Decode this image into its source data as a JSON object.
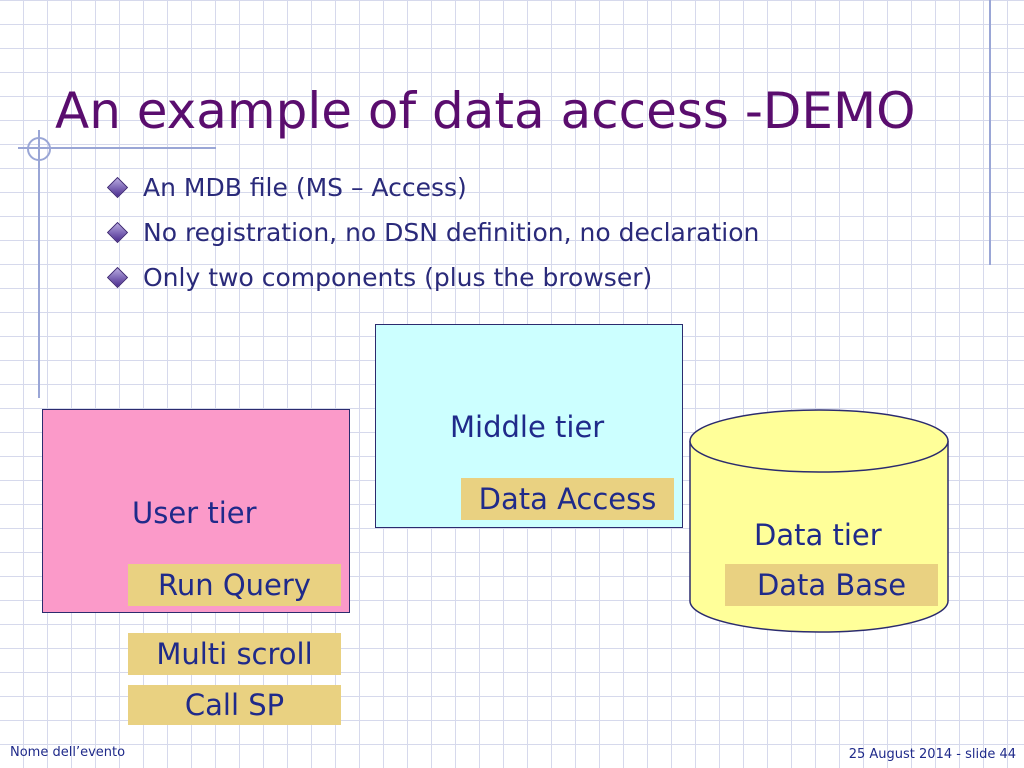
{
  "slide": {
    "title": "An example of data access -DEMO",
    "bullets": [
      "An MDB file (MS – Access)",
      "No registration, no DSN definition, no declaration",
      "Only two components (plus the browser)"
    ]
  },
  "diagram": {
    "user_tier": {
      "label": "User tier",
      "fill": "#fb9ac9",
      "components": [
        "Run Query",
        "Multi scroll",
        "Call SP"
      ]
    },
    "middle_tier": {
      "label": "Middle tier",
      "fill": "#ccffff",
      "component": "Data Access"
    },
    "data_tier": {
      "label": "Data tier",
      "fill": "#ffff99",
      "component": "Data Base"
    },
    "chip_color": "#e9d181"
  },
  "footer": {
    "left": "Nome dell’evento",
    "right": "25 August 2014 - slide 44"
  }
}
